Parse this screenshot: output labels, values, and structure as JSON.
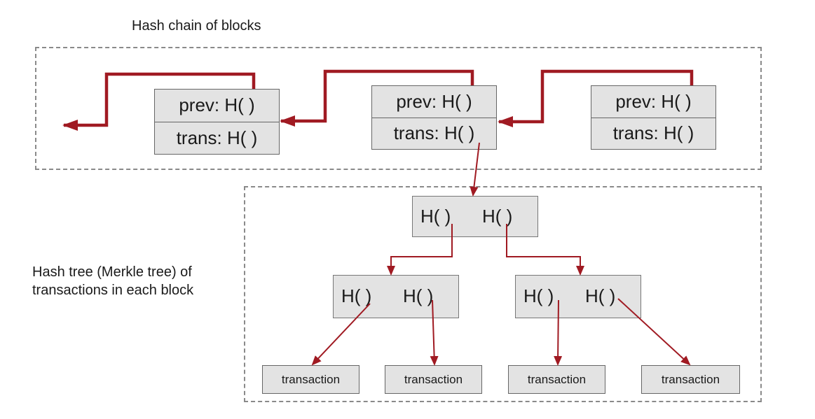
{
  "chain": {
    "caption": "Hash chain of blocks",
    "blocks": [
      {
        "prev": "prev: H(  )",
        "trans": "trans: H(  )"
      },
      {
        "prev": "prev: H(  )",
        "trans": "trans: H(  )"
      },
      {
        "prev": "prev: H(  )",
        "trans": "trans: H(  )"
      }
    ]
  },
  "tree": {
    "caption_line1": "Hash tree (Merkle tree) of",
    "caption_line2": "transactions in each block",
    "root": {
      "left": "H(  )",
      "right": "H(  )"
    },
    "nodes": [
      {
        "left": "H(  )",
        "right": "H(  )"
      },
      {
        "left": "H(  )",
        "right": "H(  )"
      }
    ],
    "leaves": [
      "transaction",
      "transaction",
      "transaction",
      "transaction"
    ]
  },
  "colors": {
    "arrow": "#a01a22",
    "box_fill": "#e3e3e3",
    "dashed_border": "#8a8a8a"
  }
}
